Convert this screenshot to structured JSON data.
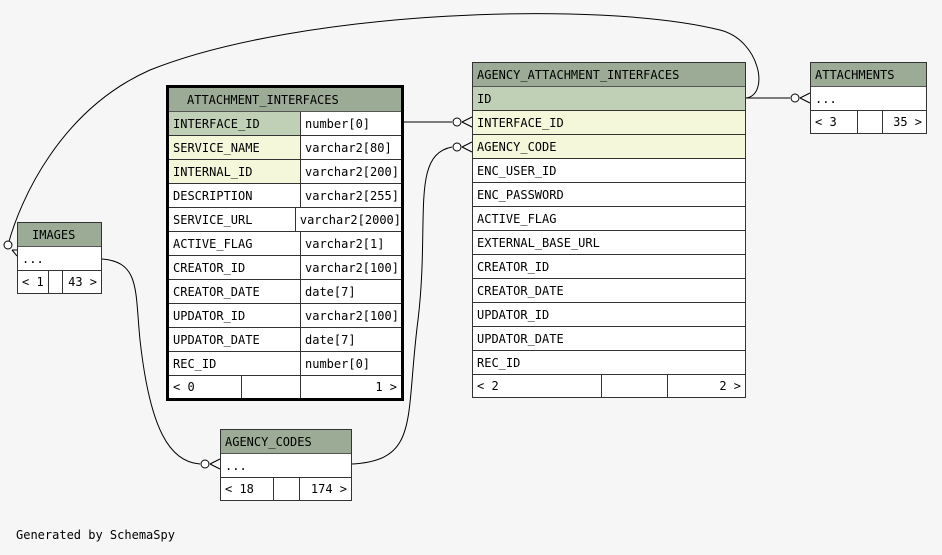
{
  "attachment_interfaces": {
    "title": "ATTACHMENT_INTERFACES",
    "columns": [
      {
        "name": "INTERFACE_ID",
        "type": "number[0]"
      },
      {
        "name": "SERVICE_NAME",
        "type": "varchar2[80]"
      },
      {
        "name": "INTERNAL_ID",
        "type": "varchar2[200]"
      },
      {
        "name": "DESCRIPTION",
        "type": "varchar2[255]"
      },
      {
        "name": "SERVICE_URL",
        "type": "varchar2[2000]"
      },
      {
        "name": "ACTIVE_FLAG",
        "type": "varchar2[1]"
      },
      {
        "name": "CREATOR_ID",
        "type": "varchar2[100]"
      },
      {
        "name": "CREATOR_DATE",
        "type": "date[7]"
      },
      {
        "name": "UPDATOR_ID",
        "type": "varchar2[100]"
      },
      {
        "name": "UPDATOR_DATE",
        "type": "date[7]"
      },
      {
        "name": "REC_ID",
        "type": "number[0]"
      }
    ],
    "footer": {
      "left": "< 0",
      "right": "1 >"
    }
  },
  "agency_attachment_interfaces": {
    "title": "AGENCY_ATTACHMENT_INTERFACES",
    "columns": [
      "ID",
      "INTERFACE_ID",
      "AGENCY_CODE",
      "ENC_USER_ID",
      "ENC_PASSWORD",
      "ACTIVE_FLAG",
      "EXTERNAL_BASE_URL",
      "CREATOR_ID",
      "CREATOR_DATE",
      "UPDATOR_ID",
      "UPDATOR_DATE",
      "REC_ID"
    ],
    "footer": {
      "left": "< 2",
      "right": "2 >"
    }
  },
  "attachments": {
    "title": "ATTACHMENTS",
    "body": "...",
    "footer": {
      "left": "< 3",
      "right": "35 >"
    }
  },
  "images": {
    "title": "IMAGES",
    "body": "...",
    "footer": {
      "left": "< 1",
      "right": "43 >"
    }
  },
  "agency_codes": {
    "title": "AGENCY_CODES",
    "body": "...",
    "footer": {
      "left": "< 18",
      "right": "174 >"
    }
  },
  "footer_text": "Generated by SchemaSpy"
}
